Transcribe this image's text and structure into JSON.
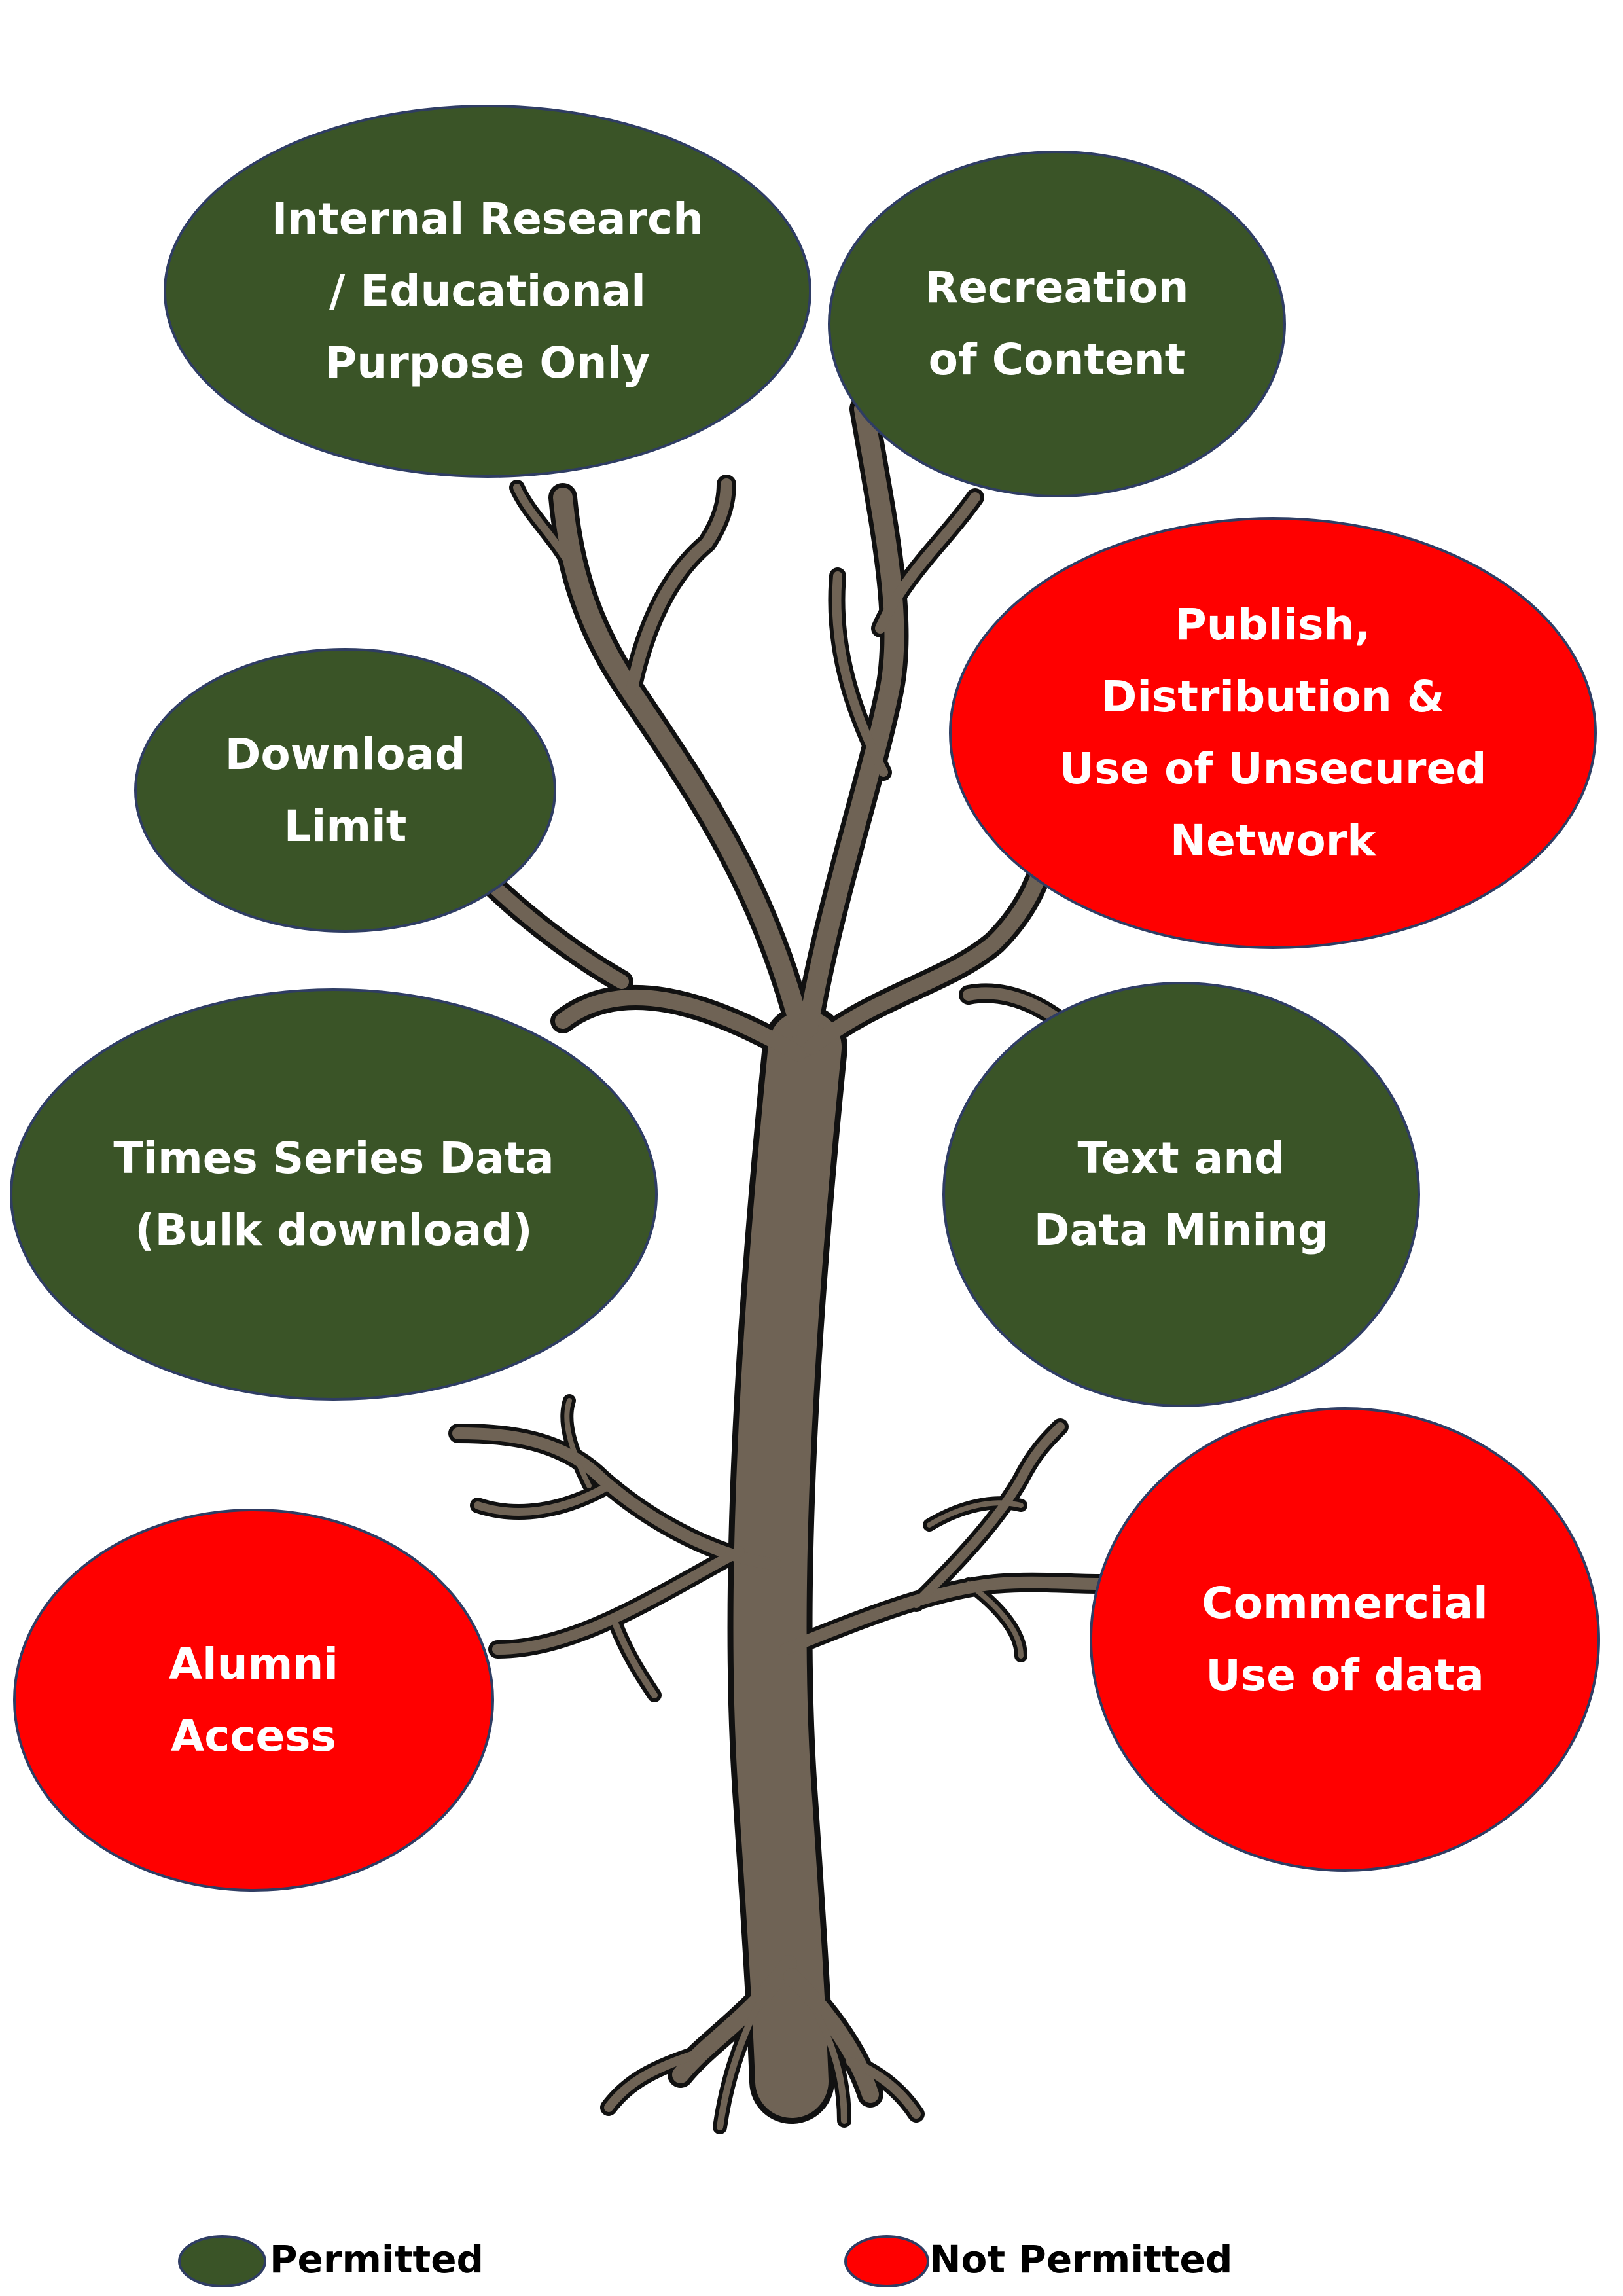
{
  "colors": {
    "permitted": "#3a5427",
    "not_permitted": "#ff0000",
    "outline": "#2f3d63",
    "trunk": "#6f6355",
    "trunk_outline": "#111111"
  },
  "nodes": [
    {
      "id": "internal-research",
      "text": "Internal Research\n/ Educational\nPurpose Only",
      "status": "permitted"
    },
    {
      "id": "recreation-of-content",
      "text": "Recreation\nof Content",
      "status": "permitted"
    },
    {
      "id": "publish-distribution",
      "text": "Publish,\nDistribution &\nUse of Unsecured\nNetwork",
      "status": "not_permitted"
    },
    {
      "id": "download-limit",
      "text": "Download\nLimit",
      "status": "permitted"
    },
    {
      "id": "time-series-data",
      "text": "Times Series Data\n(Bulk download)",
      "status": "permitted"
    },
    {
      "id": "text-data-mining",
      "text": "Text and\nData Mining",
      "status": "permitted"
    },
    {
      "id": "alumni-access",
      "text": "Alumni\nAccess",
      "status": "not_permitted"
    },
    {
      "id": "commercial-use",
      "text": "Commercial\nUse of data",
      "status": "not_permitted"
    }
  ],
  "legend": {
    "permitted_label": "Permitted",
    "not_permitted_label": "Not Permitted"
  }
}
